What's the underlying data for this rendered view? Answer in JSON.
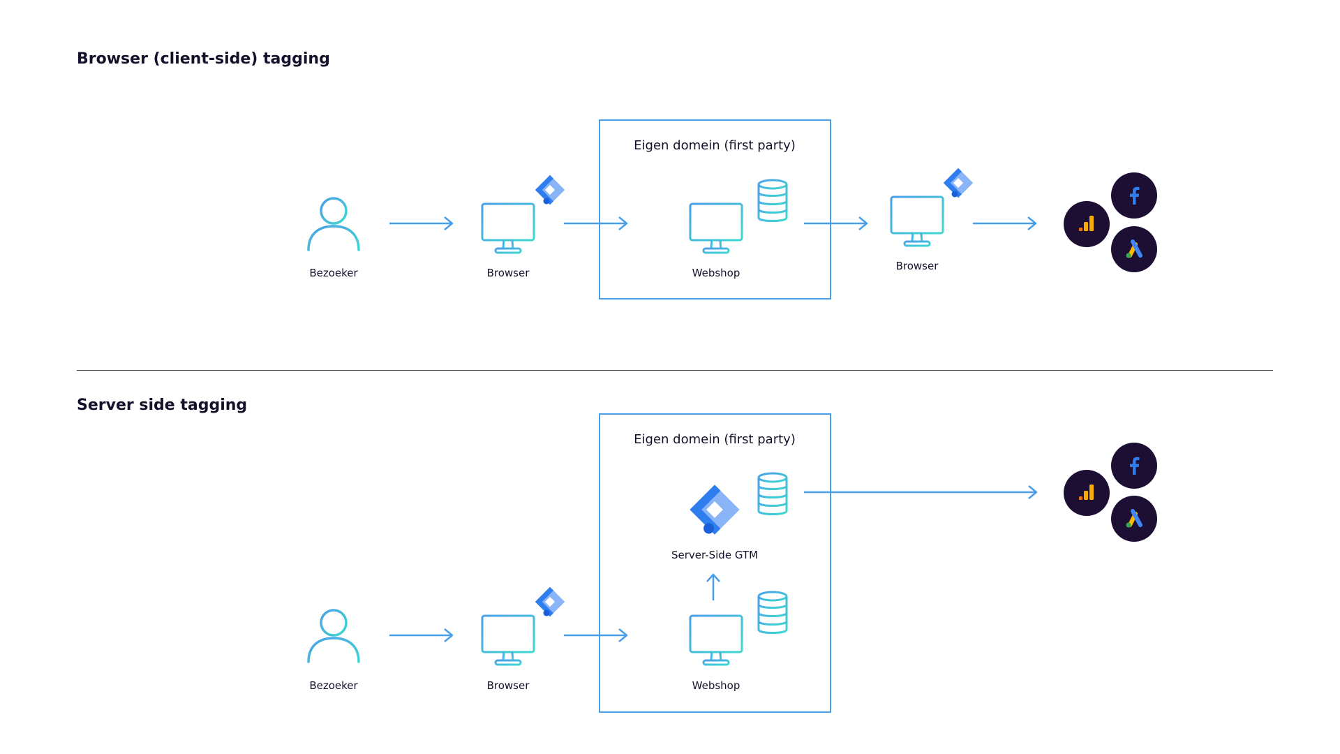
{
  "top": {
    "title": "Browser (client-side) tagging",
    "frame_label": "Eigen domein (first party)",
    "labels": {
      "visitor": "Bezoeker",
      "browser": "Browser",
      "webshop": "Webshop",
      "browser_out": "Browser"
    }
  },
  "bottom": {
    "title": "Server side tagging",
    "frame_label": "Eigen domein (first party)",
    "labels": {
      "visitor": "Bezoeker",
      "browser": "Browser",
      "webshop": "Webshop",
      "server_gtm": "Server-Side GTM"
    }
  },
  "destinations": [
    "google-analytics-icon",
    "facebook-icon",
    "google-ads-icon"
  ],
  "colors": {
    "accent_blue": "#4a9ee8",
    "teal": "#3ed1d0",
    "badge_bg": "#1c0f33",
    "gtm_blue": "#2f7ef0",
    "gtm_light": "#8ab4f8"
  }
}
